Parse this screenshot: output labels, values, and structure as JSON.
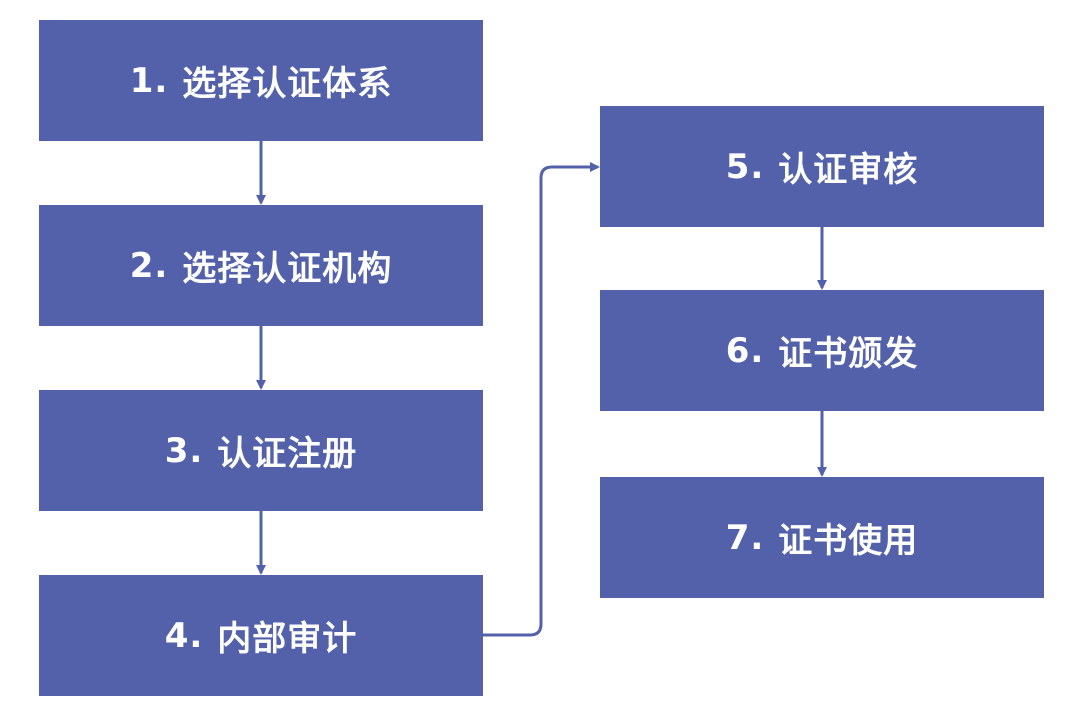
{
  "steps": [
    {
      "num": "1.",
      "label": "选择认证体系"
    },
    {
      "num": "2.",
      "label": "选择认证机构"
    },
    {
      "num": "3.",
      "label": "认证注册"
    },
    {
      "num": "4.",
      "label": "内部审计"
    },
    {
      "num": "5.",
      "label": "认证审核"
    },
    {
      "num": "6.",
      "label": "证书颁发"
    },
    {
      "num": "7.",
      "label": "证书使用"
    }
  ],
  "colors": {
    "box": "#5361ab",
    "text": "#ffffff",
    "arrow": "#5361ab"
  }
}
